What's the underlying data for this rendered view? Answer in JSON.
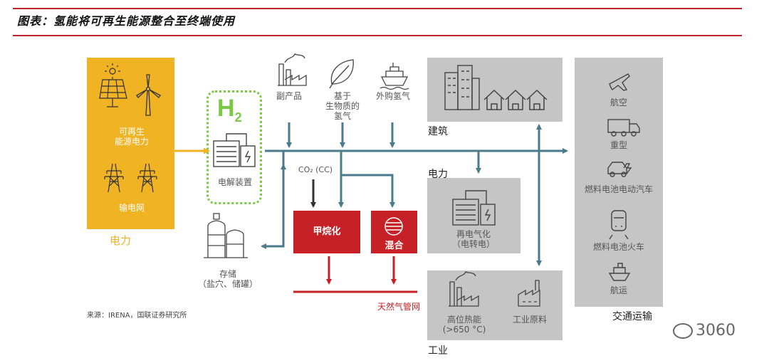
{
  "header": {
    "title": "图表：氢能将可再生能源整合至终端使用"
  },
  "source": "来源：IRENA，国联证券研究所",
  "watermark": "3060",
  "power_panel": {
    "renewable_label": "可再生\n能源电力",
    "grid_label": "输电网",
    "section": "电力"
  },
  "electrolysis": {
    "h2_main": "H",
    "h2_sub": "2",
    "label": "电解装置"
  },
  "inputs": {
    "byproduct": "副产品",
    "biomass": "基于\n生物质的\n氢气",
    "imported": "外购氢气"
  },
  "co2_label": "CO₂ (CC)",
  "storage": {
    "label": "存储\n（盐穴、储罐）"
  },
  "methanation": "甲烷化",
  "blending": "混合",
  "gas_grid": "天然气管网",
  "buildings": {
    "section": "建筑"
  },
  "power2": {
    "section": "电力",
    "label": "再电气化\n（电转电）"
  },
  "industry": {
    "section": "工业",
    "heat": "高位热能\n(>650 °C)",
    "feedstock": "工业原料"
  },
  "transport": {
    "section": "交通运输",
    "items": [
      "航空",
      "重型",
      "燃料电池电动汽车",
      "燃料电池火车",
      "航运"
    ]
  },
  "colors": {
    "accent": "#c0272d",
    "arrow": "#4a7a8c",
    "yellow": "#f0b323",
    "green": "#7ac943",
    "red": "#c62127",
    "panel": "#c5c5c5"
  }
}
